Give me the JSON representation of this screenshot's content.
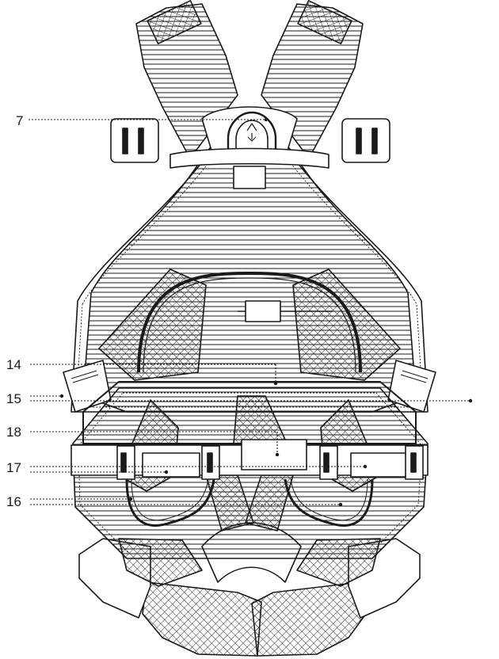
{
  "callouts": [
    {
      "id": "7",
      "text": "7"
    },
    {
      "id": "14",
      "text": "14"
    },
    {
      "id": "15",
      "text": "15"
    },
    {
      "id": "18",
      "text": "18"
    },
    {
      "id": "17",
      "text": "17"
    },
    {
      "id": "16",
      "text": "16"
    }
  ],
  "colors": {
    "line": "#1a1a1a",
    "fill": "#ffffff"
  }
}
